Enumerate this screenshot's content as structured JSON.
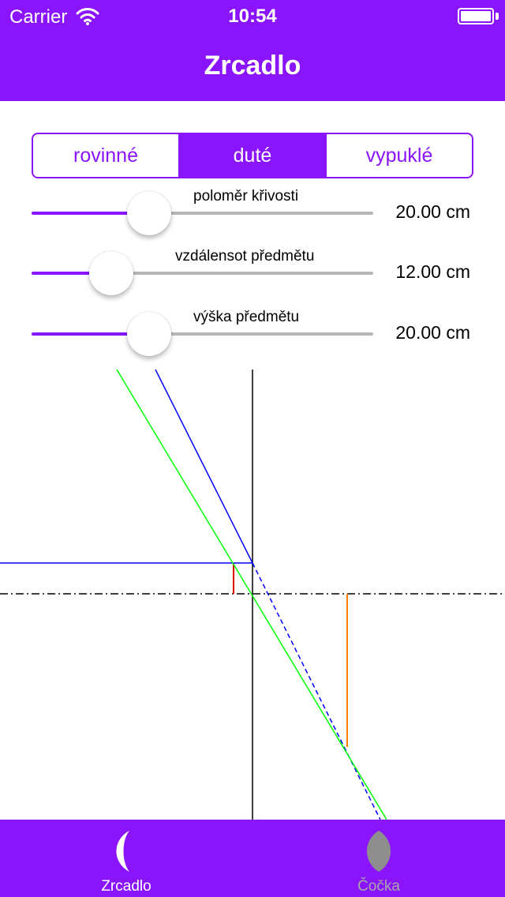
{
  "status_bar": {
    "carrier": "Carrier",
    "time": "10:54"
  },
  "nav": {
    "title": "Zrcadlo"
  },
  "segments": [
    {
      "label": "rovinné",
      "selected": false
    },
    {
      "label": "duté",
      "selected": true
    },
    {
      "label": "vypuklé",
      "selected": false
    }
  ],
  "sliders": [
    {
      "label": "poloměr křivosti",
      "value_text": "20.00 cm",
      "fraction": 0.344
    },
    {
      "label": "vzdálensot předmětu",
      "value_text": "12.00 cm",
      "fraction": 0.234
    },
    {
      "label": "výška předmětu",
      "value_text": "20.00 cm",
      "fraction": 0.344
    }
  ],
  "tabs": [
    {
      "label": "Zrcadlo",
      "icon": "mirror-icon",
      "active": true
    },
    {
      "label": "Čočka",
      "icon": "lens-icon",
      "active": false
    }
  ],
  "colors": {
    "accent": "#8a14fc",
    "track": "#b6b6b6",
    "tab_inactive": "#a8a8a8",
    "ray_parallel": "#0000ff",
    "ray_focal": "#00ff00",
    "object": "#ff8000",
    "image": "#e00000",
    "mirror": "#000000",
    "axis": "#000000"
  }
}
